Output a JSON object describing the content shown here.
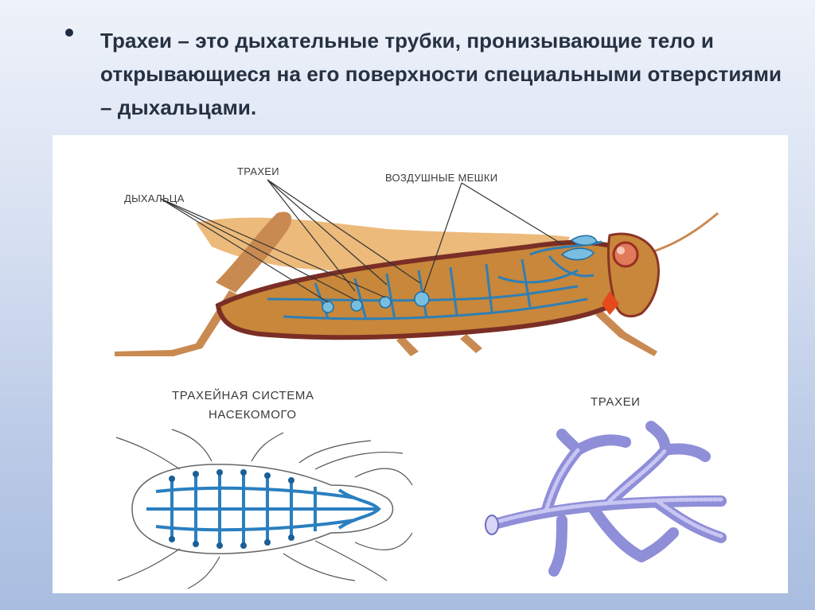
{
  "slide": {
    "bullet_text": "Трахеи – это дыхательные трубки, пронизывающие тело и открывающиеся на его поверхности специальными отверстиями – дыхальцами."
  },
  "figure": {
    "labels": {
      "trachea_top": "ТРАХЕИ",
      "air_sacs": "ВОЗДУШНЫЕ МЕШКИ",
      "spiracles": "ДЫХАЛЬЦА",
      "system_line1": "ТРАХЕЙНАЯ СИСТЕМА",
      "system_line2": "НАСЕКОМОГО",
      "trachea_bottom": "ТРАХЕИ"
    }
  },
  "colors": {
    "body_fill": "#c8873a",
    "body_outline": "#7a2e25",
    "wing": "#e9b16a",
    "trachea": "#2f7fb5",
    "sac": "#79bde0",
    "tube": "#a9a8e6"
  }
}
